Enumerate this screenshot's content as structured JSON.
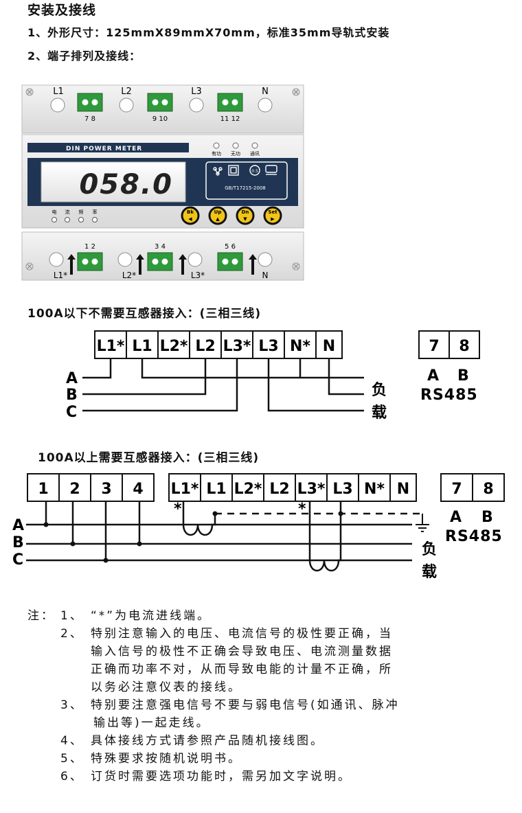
{
  "section_title": "安装及接线",
  "line1": "1、外形尺寸：125mmX89mmX70mm，标准35mm导轨式安装",
  "line2": "2、端子排列及接线：",
  "meter": {
    "top_labels": [
      "L1",
      "L2",
      "L3",
      "N"
    ],
    "top_terminal_numbers": [
      "7 8",
      "9 10",
      "11 12"
    ],
    "bottom_terminal_numbers": [
      "1 2",
      "3 4",
      "5 6"
    ],
    "bottom_labels": [
      "L1*",
      "L2*",
      "L3*",
      "N"
    ],
    "brand": "DIN POWER METER",
    "display_value": "058.0",
    "indicators": [
      "有功",
      "无功",
      "通讯"
    ],
    "standard": "GB/T17215-2008",
    "class_mark": "0.5",
    "status_leds": [
      "电",
      "流",
      "频",
      "率"
    ],
    "keys": [
      {
        "name": "Bk",
        "symbol": "◀"
      },
      {
        "name": "Up",
        "symbol": "▲"
      },
      {
        "name": "Dn",
        "symbol": "▼"
      },
      {
        "name": "Set",
        "symbol": "▶"
      }
    ]
  },
  "diagram1": {
    "title": "100A以下不需要互感器接入：(三相三线)",
    "terminals": [
      "L1*",
      "L1",
      "L2*",
      "L2",
      "L3*",
      "L3",
      "N*",
      "N"
    ],
    "comm_terminals": [
      "7",
      "8"
    ],
    "comm_labels": [
      "A",
      "B"
    ],
    "comm_name": "RS485",
    "phases": [
      "A",
      "B",
      "C"
    ],
    "load_label": [
      "负",
      "载"
    ]
  },
  "diagram2": {
    "title": "100A以上需要互感器接入：(三相三线)",
    "voltage_terminals": [
      "1",
      "2",
      "3",
      "4"
    ],
    "terminals": [
      "L1*",
      "L1",
      "L2*",
      "L2",
      "L3*",
      "L3",
      "N*",
      "N"
    ],
    "comm_terminals": [
      "7",
      "8"
    ],
    "comm_labels": [
      "A",
      "B"
    ],
    "comm_name": "RS485",
    "phases": [
      "A",
      "B",
      "C"
    ],
    "star_marks": [
      "*",
      "*"
    ],
    "load_label": [
      "负",
      "载"
    ]
  },
  "notes": {
    "prefix": "注：",
    "items": [
      {
        "num": "1、",
        "lines": [
          "“*”为电流进线端。"
        ]
      },
      {
        "num": "2、",
        "lines": [
          "特别注意输入的电压、电流信号的极性要正确，当",
          "输入信号的极性不正确会导致电压、电流测量数据",
          "正确而功率不对，从而导致电能的计量不正确，所",
          "以务必注意仪表的接线。"
        ]
      },
      {
        "num": "3、",
        "lines": [
          "特别要注意强电信号不要与弱电信号(如通讯、脉冲",
          "输出等)一起走线。"
        ]
      },
      {
        "num": "4、",
        "lines": [
          "具体接线方式请参照产品随机接线图。"
        ]
      },
      {
        "num": "5、",
        "lines": [
          "特殊要求按随机说明书。"
        ]
      },
      {
        "num": "6、",
        "lines": [
          "订货时需要选项功能时，需另加文字说明。"
        ]
      }
    ]
  }
}
